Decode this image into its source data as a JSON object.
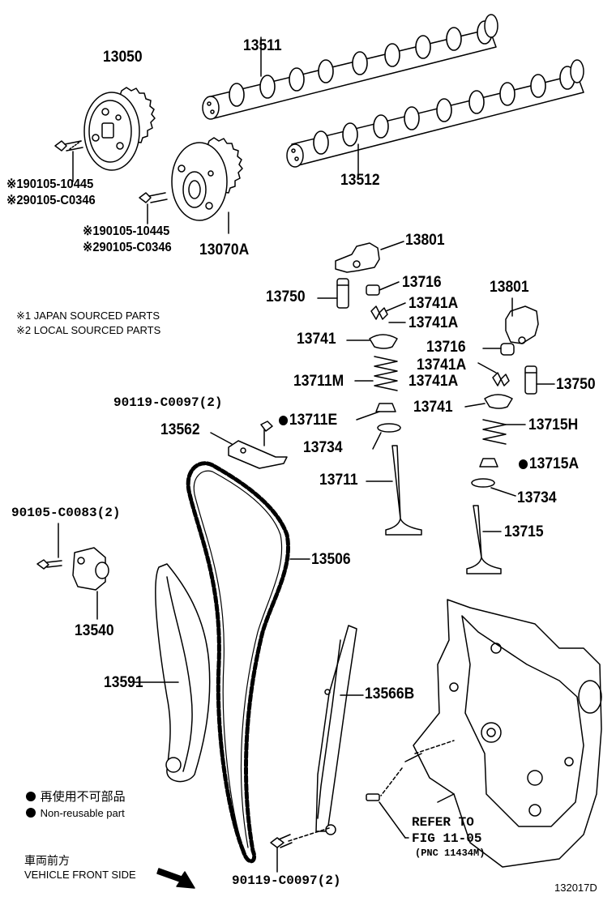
{
  "parts": {
    "vvt_sprocket_intake": "13050",
    "vvt_sprocket_exhaust": "13070A",
    "camshaft_intake": "13511",
    "camshaft_exhaust": "13512",
    "rocker_arm_left": "13801",
    "rocker_arm_right": "13801",
    "lash_adjuster_left": "13750",
    "lash_adjuster_right": "13750",
    "valve_cap_left": "13716",
    "valve_cap_right": "13716",
    "keeper_left_1": "13741A",
    "keeper_left_2": "13741A",
    "keeper_right_1": "13741A",
    "keeper_right_2": "13741A",
    "retainer_left": "13741",
    "retainer_right": "13741",
    "spring_intake": "13711M",
    "spring_exhaust": "13715H",
    "seal_intake": "13711E",
    "seal_exhaust": "13715A",
    "seat_left": "13734",
    "seat_right": "13734",
    "valve_intake": "13711",
    "valve_exhaust": "13715",
    "bolt_guide_top": "90119-C0097(2)",
    "guide_upper": "13562",
    "bolt_tensioner": "90105-C0083(2)",
    "tensioner": "13540",
    "chain": "13506",
    "slipper_left": "13591",
    "damper_right": "13566B",
    "bolt_guide_bottom": "90119-C0097(2)"
  },
  "bolts": {
    "intake_1": "※190105-10445",
    "intake_2": "※290105-C0346",
    "exhaust_1": "※190105-10445",
    "exhaust_2": "※290105-C0346"
  },
  "notes": {
    "note1": "※1 JAPAN SOURCED PARTS",
    "note2": "※2 LOCAL SOURCED PARTS"
  },
  "legend": {
    "jp": "再使用不可部品",
    "en": "Non-reusable part"
  },
  "direction": {
    "jp": "車両前方",
    "en": "VEHICLE FRONT SIDE"
  },
  "refer": {
    "line1": "REFER TO",
    "line2": "FIG 11-05",
    "line3": "(PNC 11434M)"
  },
  "figure_id": "132017D"
}
